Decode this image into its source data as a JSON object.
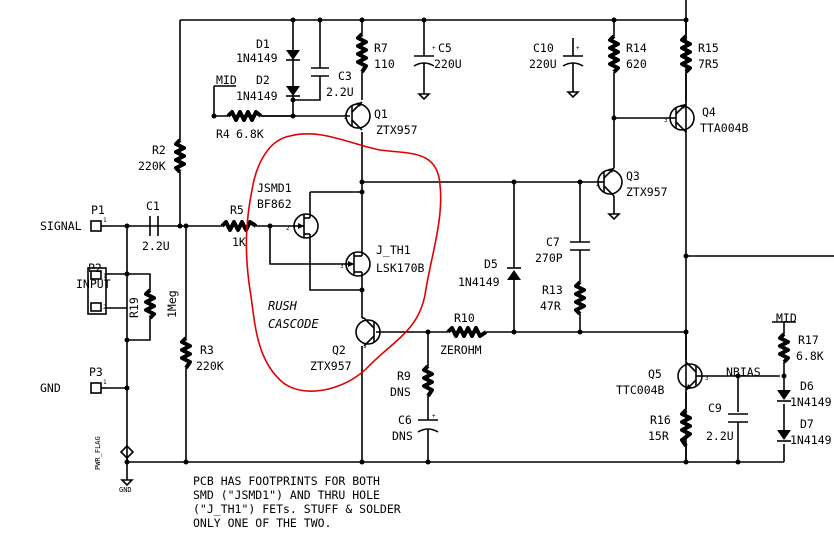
{
  "title": "",
  "components": {
    "d1": {
      "ref": "D1",
      "value": "1N4149"
    },
    "d2": {
      "ref": "D2",
      "value": "1N4149"
    },
    "c3": {
      "ref": "C3",
      "value": "2.2U"
    },
    "r7": {
      "ref": "R7",
      "value": "110"
    },
    "c5": {
      "ref": "C5",
      "value": "220U"
    },
    "c10": {
      "ref": "C10",
      "value": "220U"
    },
    "r14": {
      "ref": "R14",
      "value": "620"
    },
    "r15": {
      "ref": "R15",
      "value": "7R5"
    },
    "r4": {
      "ref": "R4",
      "value": "6.8K"
    },
    "q1": {
      "ref": "Q1",
      "value": "ZTX957"
    },
    "q4": {
      "ref": "Q4",
      "value": "TTA004B"
    },
    "r2": {
      "ref": "R2",
      "value": "220K"
    },
    "q3": {
      "ref": "Q3",
      "value": "ZTX957"
    },
    "jsmd1": {
      "ref": "JSMD1",
      "value": "BF862"
    },
    "p1": {
      "ref": "P1",
      "value": "SIGNAL"
    },
    "c1": {
      "ref": "C1",
      "value": "2.2U"
    },
    "r5": {
      "ref": "R5",
      "value": "1K"
    },
    "c7": {
      "ref": "C7",
      "value": "270P"
    },
    "jth1": {
      "ref": "J_TH1",
      "value": "LSK170B"
    },
    "p2": {
      "ref": "P2",
      "value": "INPUT"
    },
    "r19": {
      "ref": "R19",
      "value": "1Meg"
    },
    "d5": {
      "ref": "D5",
      "value": "1N4149"
    },
    "r13": {
      "ref": "R13",
      "value": "47R"
    },
    "r10": {
      "ref": "R10",
      "value": "ZEROHM"
    },
    "q2": {
      "ref": "Q2",
      "value": "ZTX957"
    },
    "r3": {
      "ref": "R3",
      "value": "220K"
    },
    "r17": {
      "ref": "R17",
      "value": "6.8K"
    },
    "p3": {
      "ref": "P3",
      "value": "GND"
    },
    "r9": {
      "ref": "R9",
      "value": "DNS"
    },
    "q5": {
      "ref": "Q5",
      "value": "TTC004B"
    },
    "d6": {
      "ref": "D6",
      "value": "1N4149"
    },
    "c6": {
      "ref": "C6",
      "value": "DNS"
    },
    "r16": {
      "ref": "R16",
      "value": "15R"
    },
    "c9": {
      "ref": "C9",
      "value": "2.2U"
    },
    "d7": {
      "ref": "D7",
      "value": "1N4149"
    }
  },
  "nets": {
    "mid_left": "MID",
    "mid_right": "MID",
    "nbias": "NBIAS",
    "pwr_flag": "PWR_FLAG",
    "gnd": "GND"
  },
  "annotation": {
    "rush1": "RUSH",
    "rush2": "CASCODE"
  },
  "note": {
    "line1": "PCB HAS FOOTPRINTS FOR BOTH",
    "line2": "SMD (\"JSMD1\") AND THRU HOLE",
    "line3": "(\"J_TH1\") FETs.  STUFF & SOLDER",
    "line4": "ONLY ONE OF THE TWO."
  },
  "pins": {
    "one": "1",
    "two": "2",
    "three": "3",
    "plus": "+"
  }
}
